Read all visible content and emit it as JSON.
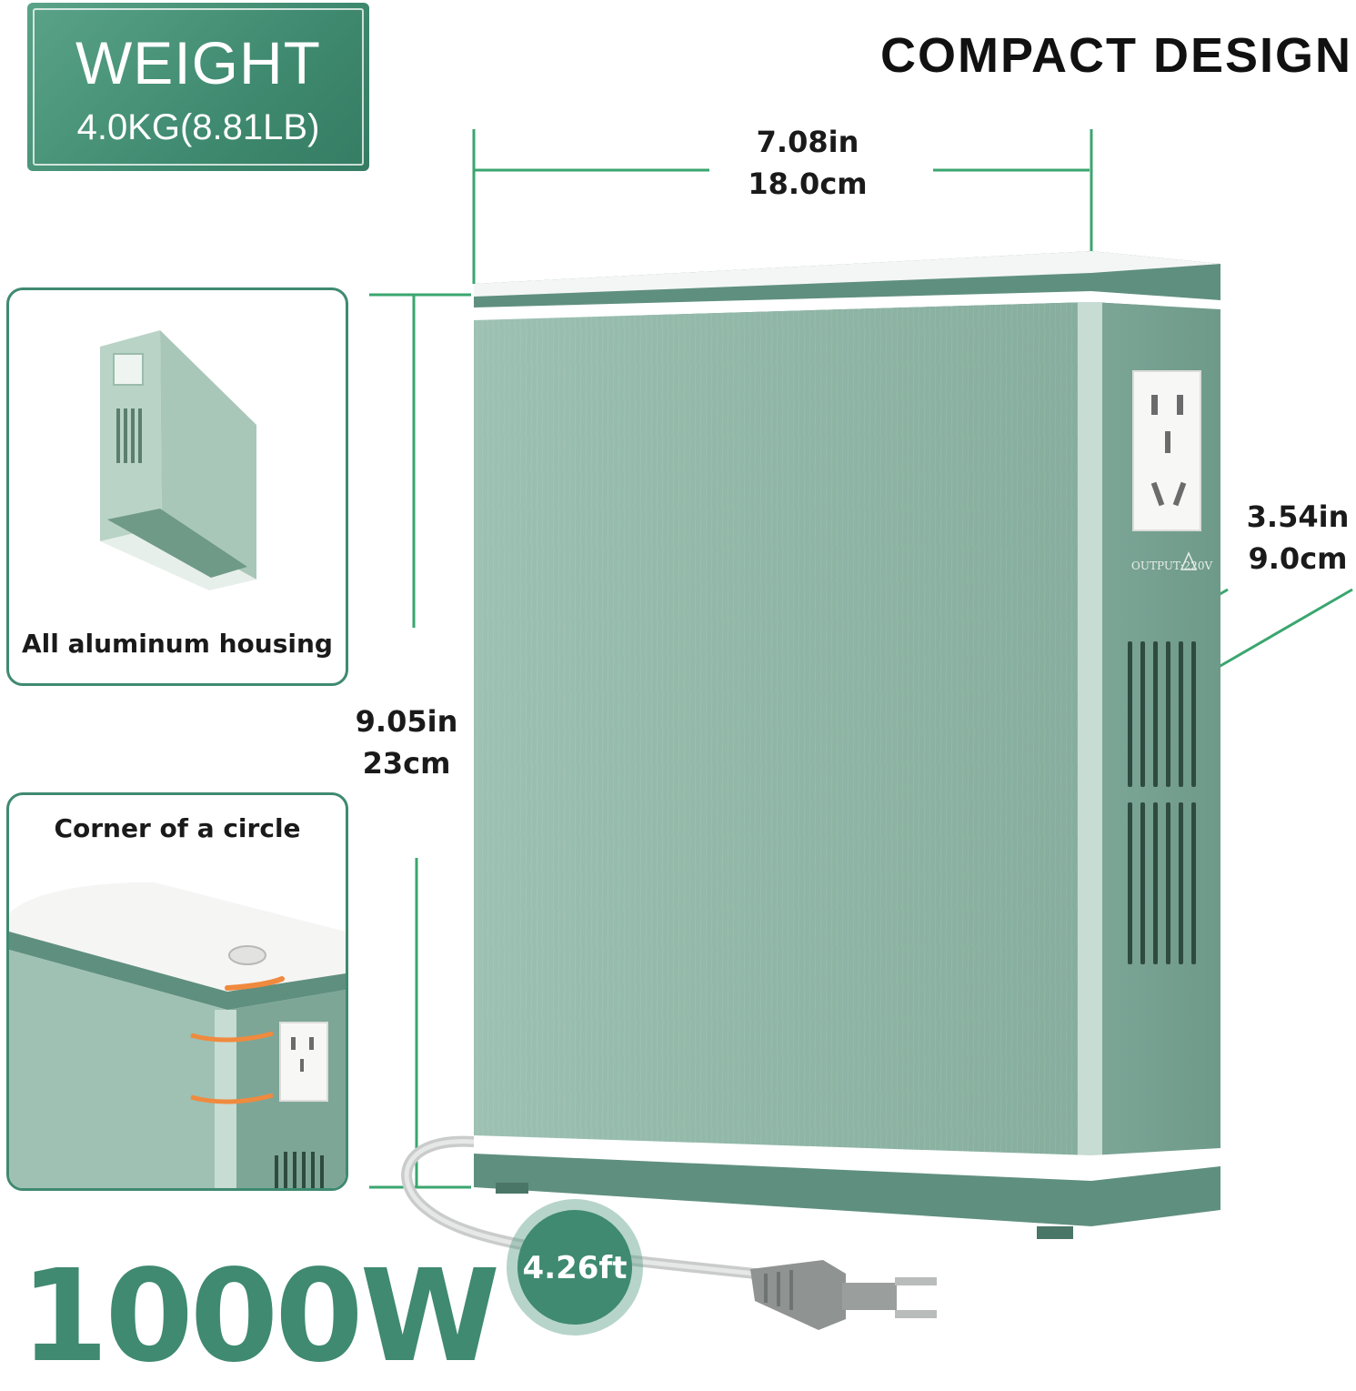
{
  "weight_badge": {
    "title": "WEIGHT",
    "value": "4.0KG(8.81LB)"
  },
  "heading": "COMPACT DESIGN",
  "dimensions": {
    "width_in": "7.08in",
    "width_cm": "18.0cm",
    "height_in": "9.05in",
    "height_cm": "23cm",
    "depth_in": "3.54in",
    "depth_cm": "9.0cm"
  },
  "panels": {
    "housing_caption": "All aluminum housing",
    "corner_caption": "Corner of a circle"
  },
  "outlet_label": "OUTPUT:220V",
  "cord_length": "4.26ft",
  "power_rating": "1000W",
  "colors": {
    "brand_green": "#3f8a70",
    "body_green": "#8fb7a7",
    "trim_white": "#ffffff"
  }
}
